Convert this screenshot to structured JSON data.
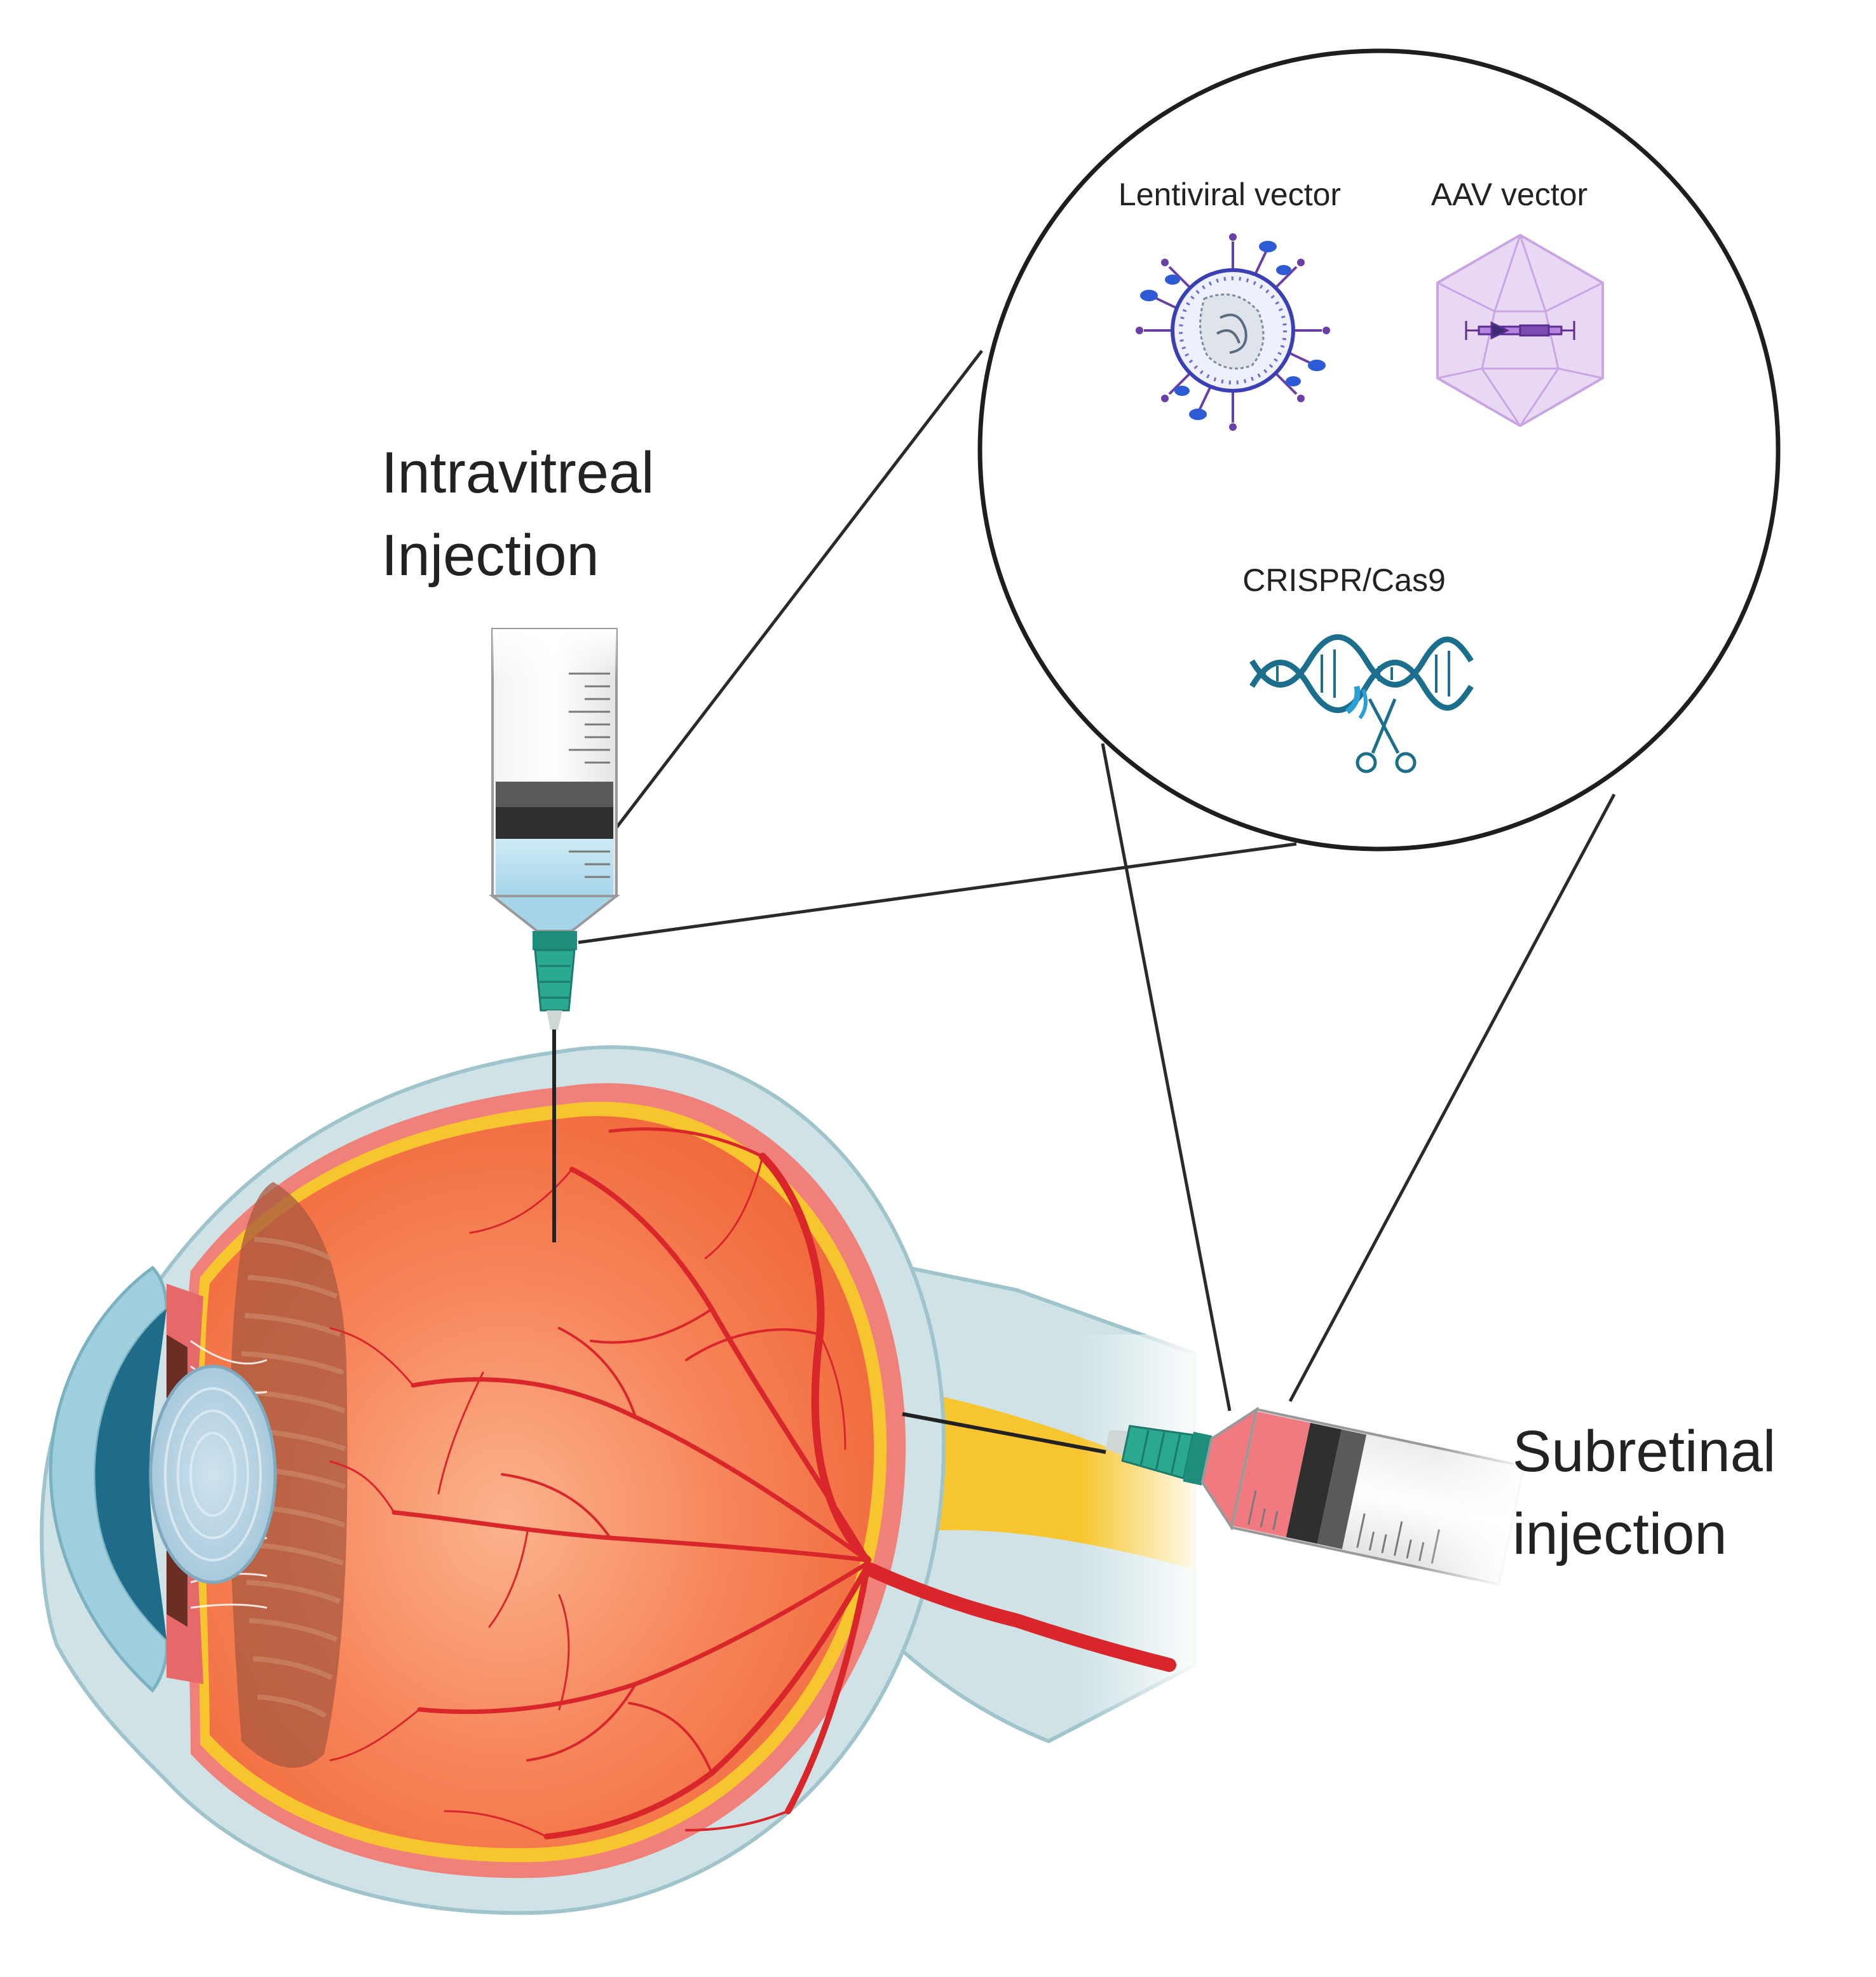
{
  "labels": {
    "intravitreal_line1": "Intravitreal",
    "intravitreal_line2": "Injection",
    "subretinal_line1": "Subretinal",
    "subretinal_line2": "injection",
    "lentiviral": "Lentiviral vector",
    "aav": "AAV vector",
    "crispr": "CRISPR/Cas9"
  },
  "colors": {
    "sclera": "#cfe3e6",
    "sclera_edge": "#9fc4cc",
    "choroid": "#f0817a",
    "retina": "#f7c62f",
    "vitreous": "#f26a3c",
    "vessel": "#d8262b",
    "lens": "#b8d6e6",
    "iris": "#1f6b8a",
    "ciliary": "#a9583f",
    "needle_hub": "#2aa892",
    "syringe_fluid_blue": "#bfe2f0",
    "syringe_fluid_red": "#f07a7f",
    "virus": "#3a3fb5",
    "aav": "#b98ad6",
    "dna": "#1b6e8c"
  },
  "icons": [
    "eye-cross-section",
    "intravitreal-syringe",
    "subretinal-syringe",
    "lentiviral-virus-icon",
    "aav-capsid-icon",
    "crispr-dna-scissors-icon"
  ]
}
